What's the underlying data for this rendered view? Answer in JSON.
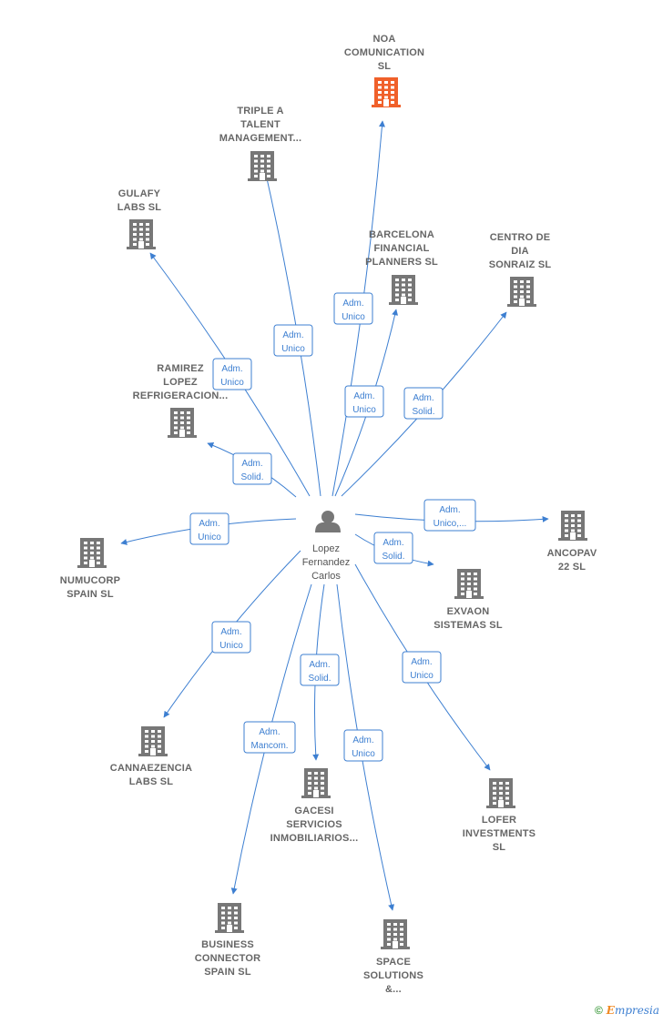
{
  "center": {
    "name_lines": [
      "Lopez",
      "Fernandez",
      "Carlos"
    ],
    "icon": "person-icon"
  },
  "companies": [
    {
      "id": "noa",
      "lines": [
        "NOA",
        "COMUNICATION",
        "SL"
      ],
      "highlight": true,
      "role_lines": [
        "Adm.",
        "Unico"
      ]
    },
    {
      "id": "triple-a",
      "lines": [
        "TRIPLE A",
        "TALENT",
        "MANAGEMENT..."
      ],
      "highlight": false,
      "role_lines": [
        "Adm.",
        "Unico"
      ]
    },
    {
      "id": "gulafy",
      "lines": [
        "GULAFY",
        "LABS SL"
      ],
      "highlight": false,
      "role_lines": [
        "Adm.",
        "Unico"
      ]
    },
    {
      "id": "barcelona",
      "lines": [
        "BARCELONA",
        "FINANCIAL",
        "PLANNERS SL"
      ],
      "highlight": false,
      "role_lines": [
        "Adm.",
        "Unico"
      ]
    },
    {
      "id": "centro",
      "lines": [
        "CENTRO DE",
        "DIA",
        "SONRAIZ SL"
      ],
      "highlight": false,
      "role_lines": [
        "Adm.",
        "Solid."
      ]
    },
    {
      "id": "ramirez",
      "lines": [
        "RAMIREZ",
        "LOPEZ",
        "REFRIGERACION..."
      ],
      "highlight": false,
      "role_lines": [
        "Adm.",
        "Solid."
      ]
    },
    {
      "id": "ancopav",
      "lines": [
        "ANCOPAV",
        "22 SL"
      ],
      "highlight": false,
      "role_lines": [
        "Adm.",
        "Unico,..."
      ]
    },
    {
      "id": "numucorp",
      "lines": [
        "NUMUCORP",
        "SPAIN SL"
      ],
      "highlight": false,
      "role_lines": [
        "Adm.",
        "Unico"
      ]
    },
    {
      "id": "exvaon",
      "lines": [
        "EXVAON",
        "SISTEMAS SL"
      ],
      "highlight": false,
      "role_lines": [
        "Adm.",
        "Solid."
      ]
    },
    {
      "id": "cannaezencia",
      "lines": [
        "CANNAEZENCIA",
        "LABS SL"
      ],
      "highlight": false,
      "role_lines": [
        "Adm.",
        "Unico"
      ]
    },
    {
      "id": "lofer",
      "lines": [
        "LOFER",
        "INVESTMENTS",
        "SL"
      ],
      "highlight": false,
      "role_lines": [
        "Adm.",
        "Unico"
      ]
    },
    {
      "id": "gacesi",
      "lines": [
        "GACESI",
        "SERVICIOS",
        "INMOBILIARIOS..."
      ],
      "highlight": false,
      "role_lines": [
        "Adm.",
        "Solid."
      ]
    },
    {
      "id": "business",
      "lines": [
        "BUSINESS",
        "CONNECTOR",
        "SPAIN SL"
      ],
      "highlight": false,
      "role_lines": [
        "Adm.",
        "Mancom."
      ]
    },
    {
      "id": "space",
      "lines": [
        "SPACE",
        "SOLUTIONS",
        "&..."
      ],
      "highlight": false,
      "role_lines": [
        "Adm.",
        "Unico"
      ]
    }
  ],
  "colors": {
    "edge": "#3d7fd1",
    "building": "#777777",
    "building_highlight": "#f0602a",
    "person": "#777777"
  },
  "footer": {
    "copyright": "©",
    "brand_initial": "E",
    "brand_rest": "mpresia"
  }
}
